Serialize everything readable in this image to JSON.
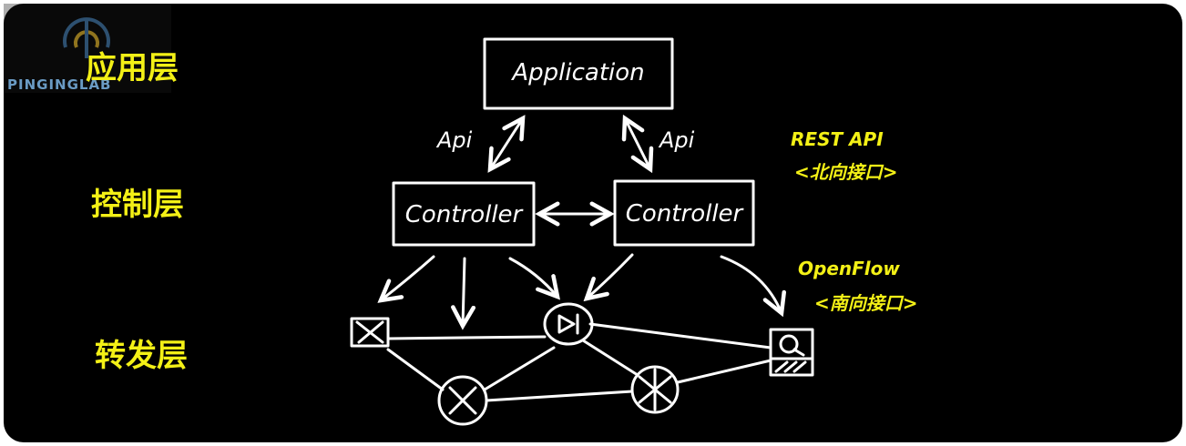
{
  "logo": {
    "text": "PINGINGLAB"
  },
  "layers": {
    "application": "应用层",
    "control": "控制层",
    "forwarding": "转发层"
  },
  "boxes": {
    "application": "Application",
    "controller_left": "Controller",
    "controller_right": "Controller"
  },
  "api_labels": {
    "left": "Api",
    "right": "Api"
  },
  "notes": {
    "northbound_line1": "REST API",
    "northbound_line2": "<北向接口>",
    "southbound_line1": "OpenFlow",
    "southbound_line2": "<南向接口>"
  },
  "colors": {
    "background": "#000000",
    "ink": "#ffffff",
    "annotation": "#f3f016",
    "logo": "#6a9bc4"
  },
  "icons": {
    "device_1": "switch-x-icon",
    "device_2": "router-play-icon",
    "device_3": "server-icon",
    "device_4": "router-x-icon",
    "device_5": "router-asterisk-icon"
  }
}
